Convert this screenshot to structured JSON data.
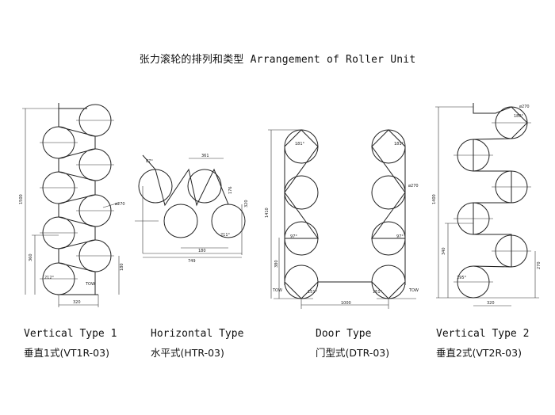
{
  "title": "张力滚轮的排列和类型 Arrangement of Roller Unit",
  "types": [
    {
      "name_en": "Vertical Type 1",
      "name_cn": "垂直1式(VT1R-03)"
    },
    {
      "name_en": "Horizontal Type",
      "name_cn": "水平式(HTR-03)"
    },
    {
      "name_en": "Door Type",
      "name_cn": "门型式(DTR-03)"
    },
    {
      "name_en": "Vertical Type 2",
      "name_cn": "垂直2式(VT2R-03)"
    }
  ],
  "dims": {
    "vt1": {
      "height": "1500",
      "lower": "360",
      "side": "180",
      "angle": "212°",
      "dia": "ø270",
      "width": "320",
      "tow": "TOW"
    },
    "htr": {
      "angle_top": "87°",
      "spacing": "361",
      "height": "320",
      "right": "176",
      "angle": "211°",
      "width": "180",
      "total": "749"
    },
    "dtr": {
      "height": "1410",
      "lower": "380",
      "a1": "181°",
      "a2": "181°",
      "a3": "97°",
      "a4": "97°",
      "a5": "151°",
      "a6": "151°",
      "dia": "ø270",
      "width": "1000",
      "tow_l": "TOW",
      "tow_r": "TOW"
    },
    "vt2": {
      "height": "1400",
      "lower": "340",
      "angle_top": "180°",
      "dia": "ø270",
      "angle": "195°",
      "right": "270",
      "width": "320"
    }
  }
}
